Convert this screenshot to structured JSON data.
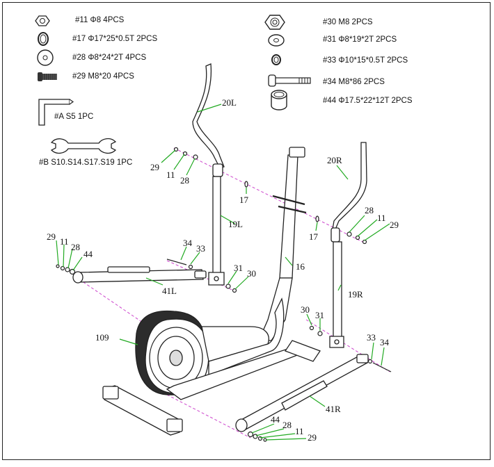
{
  "hardware_left": [
    {
      "id": "hw-11",
      "text": "#11 Φ8  4PCS",
      "icon": "nut-icon"
    },
    {
      "id": "hw-17",
      "text": "#17 Φ17*25*0.5T  2PCS",
      "icon": "thin-washer-icon"
    },
    {
      "id": "hw-28",
      "text": "#28 Φ8*24*2T  4PCS",
      "icon": "flat-washer-icon"
    },
    {
      "id": "hw-29",
      "text": "#29 M8*20  4PCS",
      "icon": "bolt-icon"
    }
  ],
  "hardware_right": [
    {
      "id": "hw-30",
      "text": "#30 M8  2PCS",
      "icon": "lock-nut-icon"
    },
    {
      "id": "hw-31",
      "text": "#31 Φ8*19*2T  2PCS",
      "icon": "washer-icon"
    },
    {
      "id": "hw-33",
      "text": "#33 Φ10*15*0.5T  2PCS",
      "icon": "small-washer-icon"
    },
    {
      "id": "hw-34",
      "text": "#34 M8*86  2PCS",
      "icon": "long-bolt-icon"
    },
    {
      "id": "hw-44",
      "text": "#44 Φ17.5*22*12T  2PCS",
      "icon": "bushing-icon"
    }
  ],
  "tools": [
    {
      "id": "tool-a",
      "text": "#A S5  1PC",
      "icon": "allen-key-icon"
    },
    {
      "id": "tool-b",
      "text": "#B S10.S14.S17.S19  1PC",
      "icon": "wrench-icon"
    }
  ],
  "callouts": {
    "c20L": "20L",
    "c20R": "20R",
    "c19L": "19L",
    "c19R": "19R",
    "c16": "16",
    "c41L": "41L",
    "c41R": "41R",
    "c109": "109",
    "c17a": "17",
    "c17b": "17",
    "c29a": "29",
    "c11a": "11",
    "c28a": "28",
    "c28b": "28",
    "c11b": "11",
    "c29b": "29",
    "c29c": "29",
    "c11c": "11",
    "c28c": "28",
    "c44a": "44",
    "c34a": "34",
    "c33a": "33",
    "c31a": "31",
    "c30a": "30",
    "c30b": "30",
    "c31b": "31",
    "c33b": "33",
    "c34b": "34",
    "c44b": "44",
    "c28d": "28",
    "c11d": "11",
    "c29d": "29"
  },
  "colors": {
    "leader": "#22aa22",
    "assembly_line": "#cc44cc",
    "ink": "#111111"
  }
}
